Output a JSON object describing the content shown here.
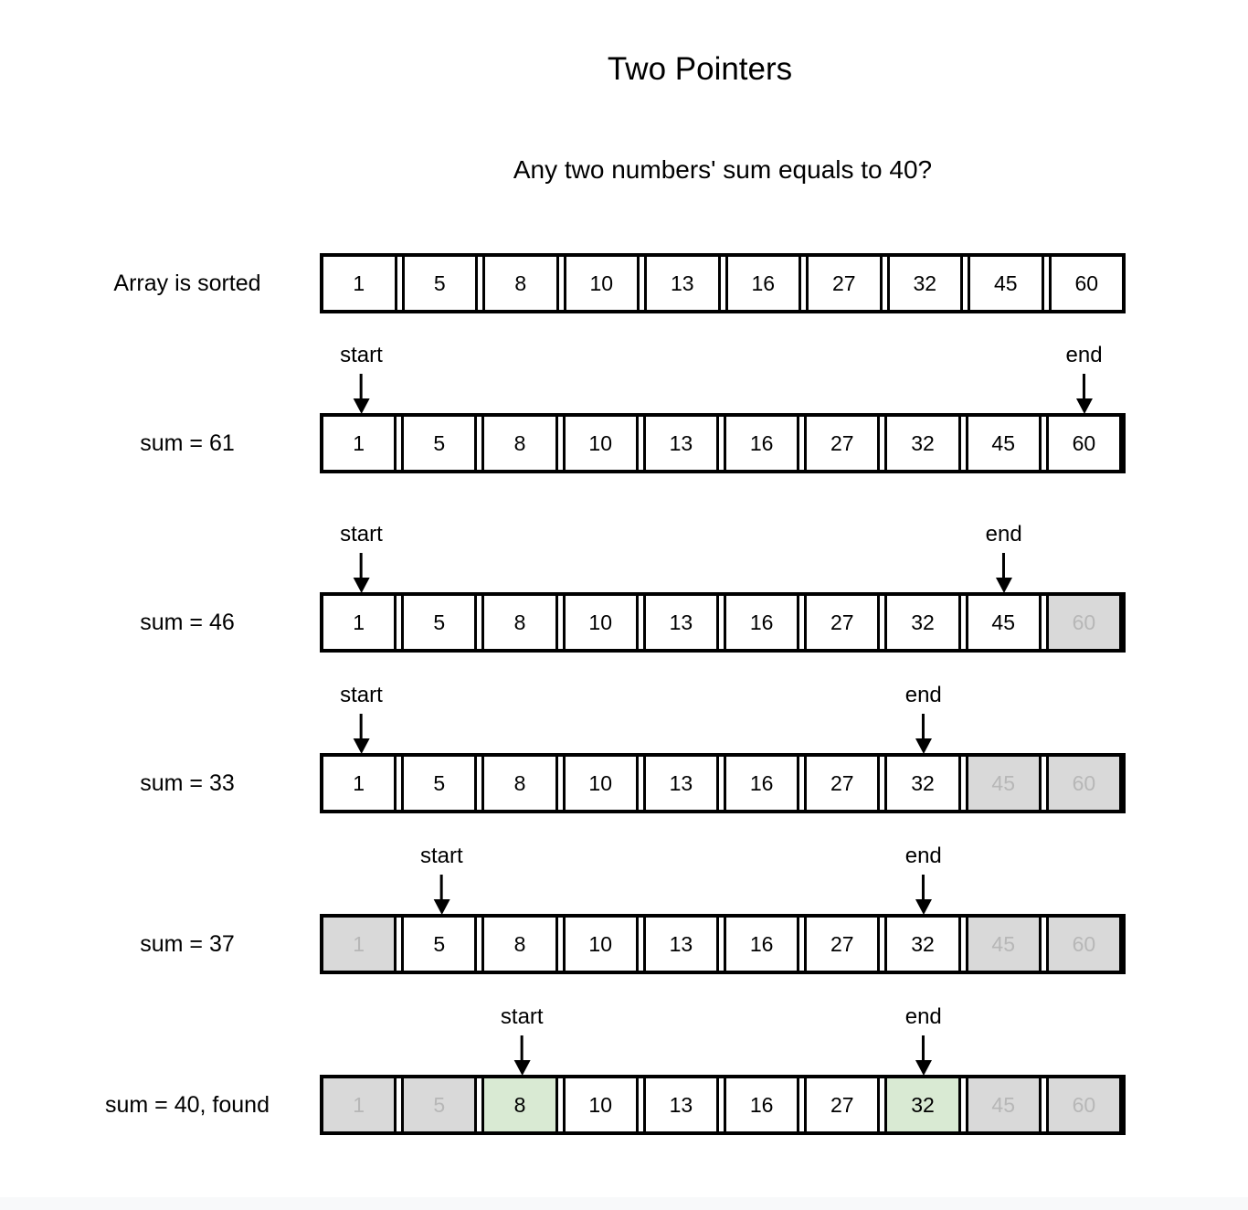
{
  "title": "Two Pointers",
  "subtitle": "Any two numbers' sum equals to 40?",
  "array_values": [
    1,
    5,
    8,
    10,
    13,
    16,
    27,
    32,
    45,
    60
  ],
  "pointer_labels": {
    "start": "start",
    "end": "end"
  },
  "colors": {
    "background": "#ffffff",
    "border_black": "#000000",
    "excluded_fill": "#d9d9d9",
    "excluded_text": "#b7b7b7",
    "found_fill": "#d9ead3",
    "footer_strip": "#f8f9fa"
  },
  "rows": [
    {
      "label": "Array is sorted",
      "start_index": null,
      "end_index": null,
      "excluded": [],
      "found": []
    },
    {
      "label": "sum = 61",
      "start_index": 0,
      "end_index": 9,
      "excluded": [],
      "found": []
    },
    {
      "label": "sum = 46",
      "start_index": 0,
      "end_index": 8,
      "excluded": [
        9
      ],
      "found": []
    },
    {
      "label": "sum = 33",
      "start_index": 0,
      "end_index": 7,
      "excluded": [
        8,
        9
      ],
      "found": []
    },
    {
      "label": "sum = 37",
      "start_index": 1,
      "end_index": 7,
      "excluded": [
        0,
        8,
        9
      ],
      "found": []
    },
    {
      "label": "sum = 40, found",
      "start_index": 2,
      "end_index": 7,
      "excluded": [
        0,
        1,
        8,
        9
      ],
      "found": [
        2,
        7
      ]
    }
  ]
}
